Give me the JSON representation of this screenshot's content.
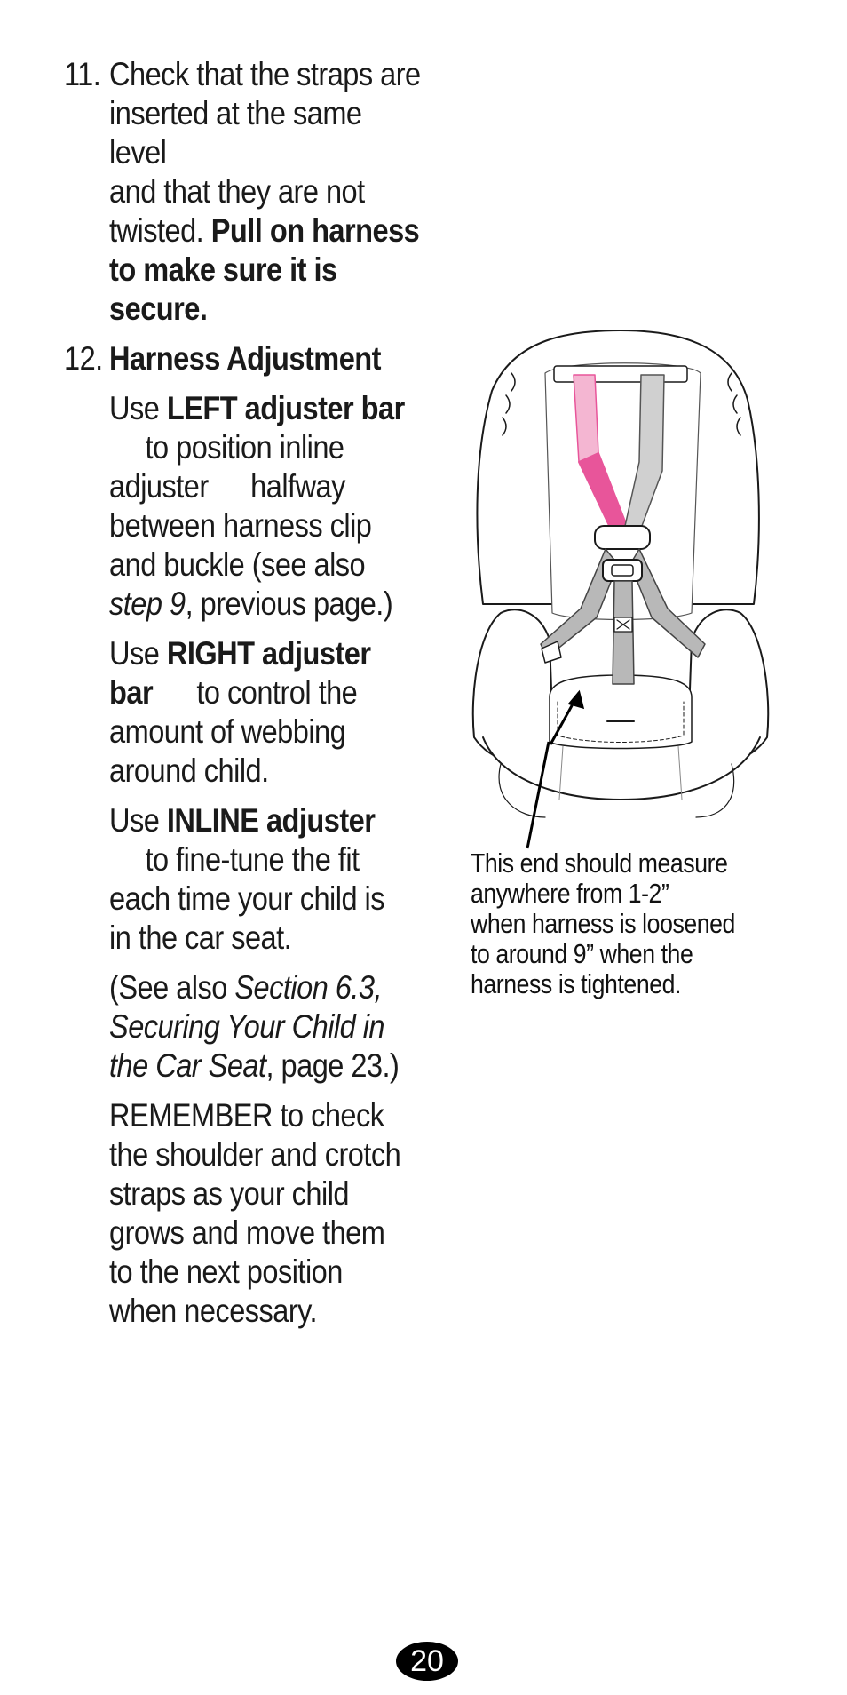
{
  "item11": {
    "number": "11.",
    "line1": "Check  that the straps are",
    "line2": "inserted at the same level",
    "line3": "and that they are not",
    "line4_plain": "twisted. ",
    "line4_bold": "Pull on harness",
    "line5_bold": "to make sure it is",
    "line6_bold": "secure."
  },
  "item12": {
    "number": "12.",
    "heading": "Harness Adjustment",
    "p1_use": "Use ",
    "p1_bold": "LEFT adjuster bar",
    "p1_l2": "to position inline",
    "p1_l3a": "adjuster",
    "p1_l3b": "halfway",
    "p1_l4": "between harness clip",
    "p1_l5": "and buckle (see also",
    "p1_l6_italic": "step 9",
    "p1_l6_rest": ", previous page.)",
    "p2_use": "Use ",
    "p2_bold1": "RIGHT adjuster",
    "p2_bold2": "bar",
    "p2_l2_rest": "to control the",
    "p2_l3": "amount of webbing",
    "p2_l4": "around child.",
    "p3_use": "Use ",
    "p3_bold": "INLINE adjuster",
    "p3_l2": "to fine-tune the fit",
    "p3_l3": "each time your child is",
    "p3_l4": "in the car seat.",
    "p4_open": "(See also ",
    "p4_italic1": "Section 6.3,",
    "p4_italic2": "Securing Your Child in",
    "p4_italic3": "the Car Seat",
    "p4_rest": ", page 23.)",
    "p5_l1": "REMEMBER to check",
    "p5_l2": "the shoulder and crotch",
    "p5_l3": "straps as your child",
    "p5_l4": "grows and move them",
    "p5_l5": "to the next position",
    "p5_l6": "when necessary."
  },
  "caption": {
    "l1": "This end should measure",
    "l2": "anywhere from 1-2”",
    "l3": "when harness is loosened",
    "l4": "to around 9” when the",
    "l5": "harness is tightened."
  },
  "page_number": "20",
  "colors": {
    "accent_pink": "#e8559a",
    "light_pink": "#f4b6d2",
    "strap_gray": "#b8b8b8",
    "line": "#1a1a1a"
  }
}
